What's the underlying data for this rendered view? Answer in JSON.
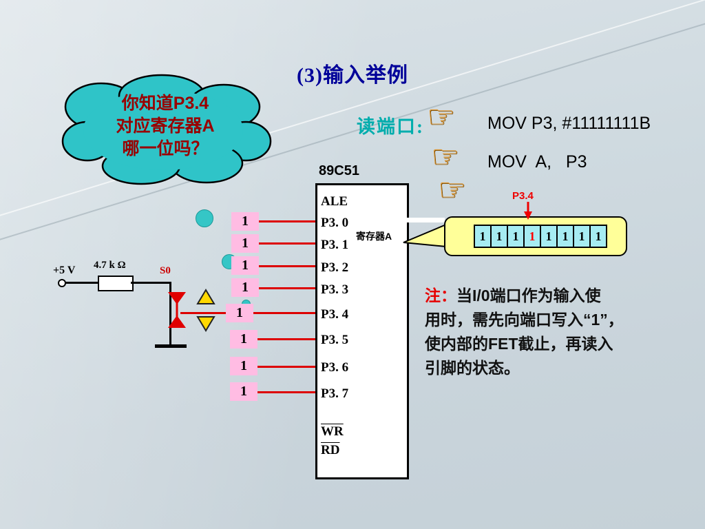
{
  "title": "(3)输入举例",
  "cloud": {
    "line1": "你知道P3.4",
    "line2": "对应寄存器A",
    "line3": "哪一位吗？"
  },
  "read_port": {
    "label": "读端口:",
    "hand_icon": "☞",
    "instruction1": "MOV P3, #11111111B",
    "instruction2": "MOV  A,   P3"
  },
  "chip": {
    "name": "89C51",
    "register_label": "寄存器A",
    "pins": [
      "ALE",
      "P3. 0",
      "P3. 1",
      "P3. 2",
      "P3. 3",
      "P3. 4",
      "P3. 5",
      "P3. 6",
      "P3. 7"
    ],
    "control_pins": [
      "WR",
      "RD"
    ]
  },
  "input_bits": [
    "1",
    "1",
    "1",
    "1",
    "1",
    "1",
    "1",
    "1"
  ],
  "register_box": {
    "pointer_label": "P3.4",
    "bits": [
      "1",
      "1",
      "1",
      "1",
      "1",
      "1",
      "1",
      "1"
    ],
    "highlight_index": 3
  },
  "circuit": {
    "vcc_label": "+5 V",
    "resistor_label": "4.7 k Ω",
    "switch_label": "S0"
  },
  "note": {
    "prefix": "注：",
    "line1": "当I/0端口作为输入使",
    "line2": "用时，需先向端口写入“1”，",
    "line3": "使内部的FET截止，再读入",
    "line4": "引脚的状态。"
  },
  "colors": {
    "title_navy": "#000099",
    "cloud_teal": "#2FC4C8",
    "accent_teal": "#00ADAD",
    "pink_box": "#FFBCE3",
    "register_yellow": "#FFFF99",
    "cell_cyan": "#A6ECF2",
    "wire_red": "#DD0000",
    "highlight_red": "#FF0000"
  }
}
